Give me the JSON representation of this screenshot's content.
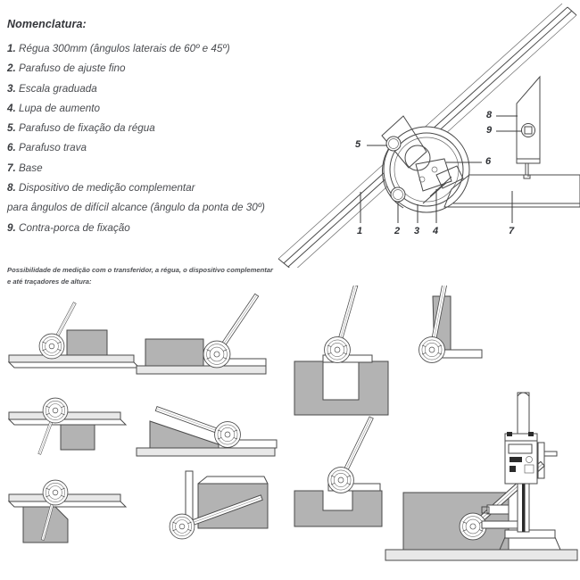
{
  "nomenclature": {
    "title": "Nomenclatura:",
    "items": [
      {
        "num": "1.",
        "text": "Régua 300mm (ângulos laterais de 60º e 45º)"
      },
      {
        "num": "2.",
        "text": "Parafuso de ajuste fino"
      },
      {
        "num": "3.",
        "text": "Escala graduada"
      },
      {
        "num": "4.",
        "text": "Lupa de aumento"
      },
      {
        "num": "5.",
        "text": "Parafuso de fixação da régua"
      },
      {
        "num": "6.",
        "text": "Parafuso trava"
      },
      {
        "num": "7.",
        "text": "Base"
      },
      {
        "num": "8.",
        "text": "Dispositivo de medição complementar"
      },
      {
        "num": "9.",
        "text": "Contra-porca de fixação"
      }
    ],
    "item8_continuation": "para ângulos de difícil alcance (ângulo da ponta de 30º)",
    "footnote_line1": "Possibilidade de medição com o transferidor, a régua, o dispositivo complementar",
    "footnote_line2": "e até traçadores de altura:"
  },
  "main_diagram": {
    "callouts": [
      {
        "id": "1",
        "label": "1"
      },
      {
        "id": "2",
        "label": "2"
      },
      {
        "id": "3",
        "label": "3"
      },
      {
        "id": "4",
        "label": "4"
      },
      {
        "id": "5",
        "label": "5"
      },
      {
        "id": "6",
        "label": "6"
      },
      {
        "id": "7",
        "label": "7"
      },
      {
        "id": "8",
        "label": "8"
      },
      {
        "id": "9",
        "label": "9"
      }
    ]
  },
  "colors": {
    "workpiece_gray": "#b3b3b3",
    "base_light": "#e8e8e8",
    "line": "#4a4a4a",
    "text": "#4a4c50",
    "heading": "#33353a"
  }
}
